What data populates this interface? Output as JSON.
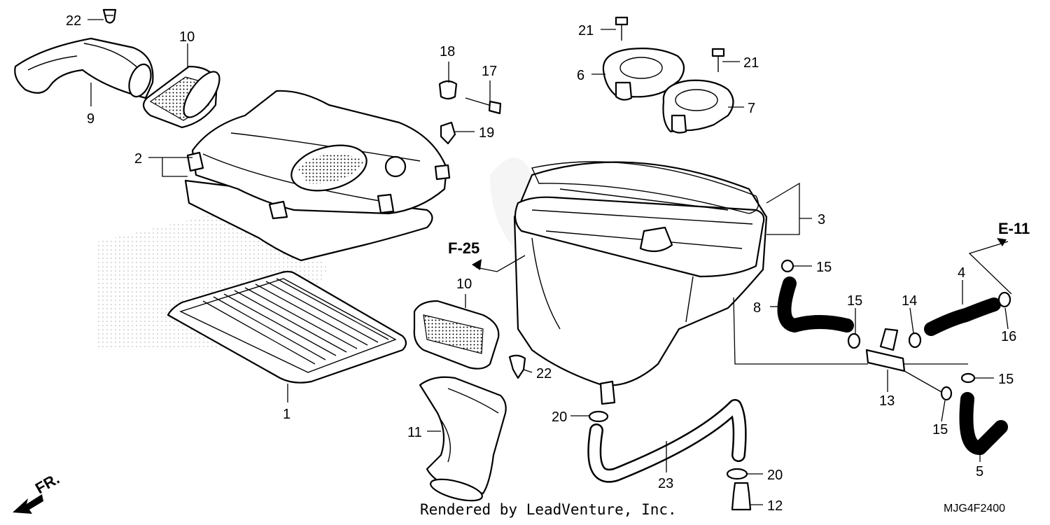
{
  "labels": {
    "p1": "1",
    "p2": "2",
    "p3": "3",
    "p4": "4",
    "p5": "5",
    "p6": "6",
    "p7": "7",
    "p8": "8",
    "p9": "9",
    "p10a": "10",
    "p10b": "10",
    "p11": "11",
    "p12": "12",
    "p13": "13",
    "p14": "14",
    "p15a": "15",
    "p15b": "15",
    "p15c": "15",
    "p15d": "15",
    "p16": "16",
    "p17": "17",
    "p18": "18",
    "p19": "19",
    "p20a": "20",
    "p20b": "20",
    "p21a": "21",
    "p21b": "21",
    "p22a": "22",
    "p22b": "22",
    "p23": "23"
  },
  "references": {
    "f25": "F-25",
    "e11": "E-11",
    "fr": "FR."
  },
  "footer": {
    "credit": "Rendered by LeadVenture, Inc.",
    "code": "MJG4F2400"
  }
}
